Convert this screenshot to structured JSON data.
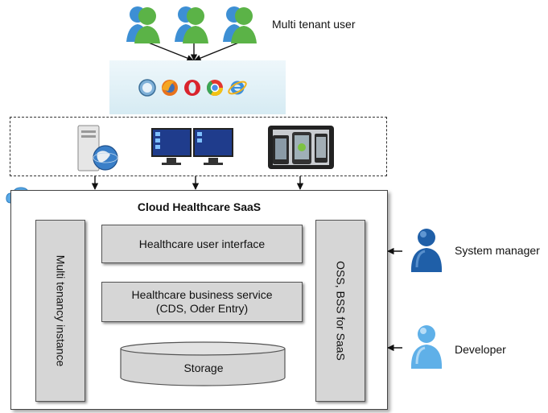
{
  "users": {
    "multi_tenant_label": "Multi tenant user",
    "system_manager_label": "System manager",
    "developer_label": "Developer",
    "user_icon": "user-group-icon",
    "user_color": "#52a63a",
    "person_color": "#1f5fa8",
    "developer_color": "#5fb0e8"
  },
  "browsers": [
    "safari",
    "firefox",
    "opera",
    "chrome",
    "internet-explorer"
  ],
  "devices": [
    "server-globe",
    "desktop-monitors",
    "tablets"
  ],
  "saas": {
    "title": "Cloud Healthcare SaaS",
    "cloud_icon": "cloud-icon",
    "left_column": "Multi tenancy instance",
    "right_column": "OSS, BSS for SaaS",
    "user_interface": "Healthcare user interface",
    "business_service_line1": "Healthcare business service",
    "business_service_line2": "(CDS, Oder Entry)",
    "storage": "Storage"
  }
}
